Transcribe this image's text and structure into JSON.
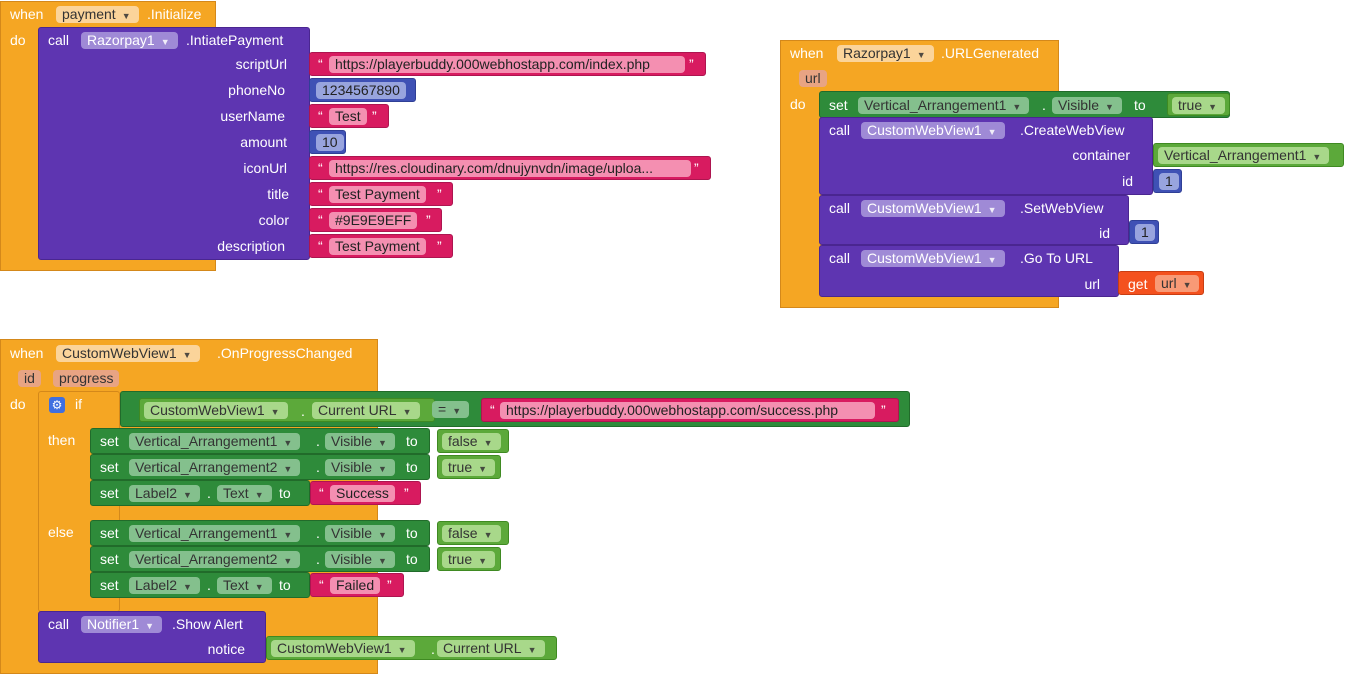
{
  "kw": {
    "when": "when",
    "do": "do",
    "call": "call",
    "set": "set",
    "to": "to",
    "if": "if",
    "then": "then",
    "else": "else",
    "get": "get",
    "dot": ".",
    "eq": "=",
    "q_open": "“",
    "q_close": "”"
  },
  "block1": {
    "component": "payment",
    "event": ".Initialize",
    "call_component": "Razorpay1",
    "method": ".IntiatePayment",
    "args": [
      {
        "name": "scriptUrl",
        "type": "text",
        "value": "https://playerbuddy.000webhostapp.com/index.php"
      },
      {
        "name": "phoneNo",
        "type": "number",
        "value": "1234567890"
      },
      {
        "name": "userName",
        "type": "text",
        "value": "Test"
      },
      {
        "name": "amount",
        "type": "number",
        "value": "10"
      },
      {
        "name": "iconUrl",
        "type": "text",
        "value": "https://res.cloudinary.com/dnujynvdn/image/uploa..."
      },
      {
        "name": "title",
        "type": "text",
        "value": "Test Payment"
      },
      {
        "name": "color",
        "type": "text",
        "value": "#9E9E9EFF"
      },
      {
        "name": "description",
        "type": "text",
        "value": "Test Payment"
      }
    ]
  },
  "block2": {
    "component": "Razorpay1",
    "event": ".URLGenerated",
    "param": "url",
    "set_component": "Vertical_Arrangement1",
    "set_property": "Visible",
    "set_value": "true",
    "create_component": "CustomWebView1",
    "create_method": ".CreateWebView",
    "create_arg1_name": "container",
    "create_arg1_value": "Vertical_Arrangement1",
    "create_arg2_name": "id",
    "create_arg2_value": "1",
    "setwv_component": "CustomWebView1",
    "setwv_method": ".SetWebView",
    "setwv_arg_name": "id",
    "setwv_arg_value": "1",
    "goto_component": "CustomWebView1",
    "goto_method": ".Go To URL",
    "goto_arg_name": "url",
    "goto_get_var": "url"
  },
  "block3": {
    "component": "CustomWebView1",
    "event": ".OnProgressChanged",
    "params": [
      "id",
      "progress"
    ],
    "cond_component": "CustomWebView1",
    "cond_property": "Current URL",
    "cond_op": "=",
    "cond_value": "https://playerbuddy.000webhostapp.com/success.php",
    "then_rows": [
      {
        "component": "Vertical_Arrangement1",
        "property": "Visible",
        "type": "bool",
        "value": "false"
      },
      {
        "component": "Vertical_Arrangement2",
        "property": "Visible",
        "type": "bool",
        "value": "true"
      },
      {
        "component": "Label2",
        "property": "Text",
        "type": "text",
        "value": "Success"
      }
    ],
    "else_rows": [
      {
        "component": "Vertical_Arrangement1",
        "property": "Visible",
        "type": "bool",
        "value": "false"
      },
      {
        "component": "Vertical_Arrangement2",
        "property": "Visible",
        "type": "bool",
        "value": "true"
      },
      {
        "component": "Label2",
        "property": "Text",
        "type": "text",
        "value": "Failed"
      }
    ],
    "alert_component": "Notifier1",
    "alert_method": ".Show Alert",
    "alert_arg_name": "notice",
    "alert_value_component": "CustomWebView1",
    "alert_value_property": "Current URL"
  },
  "colors": {
    "event": "#f5a623",
    "procedure": "#5e35b1",
    "set": "#2e8b3a",
    "getter": "#5ca93a",
    "text": "#d81b60",
    "number": "#3f51b5",
    "get": "#f4511e"
  }
}
